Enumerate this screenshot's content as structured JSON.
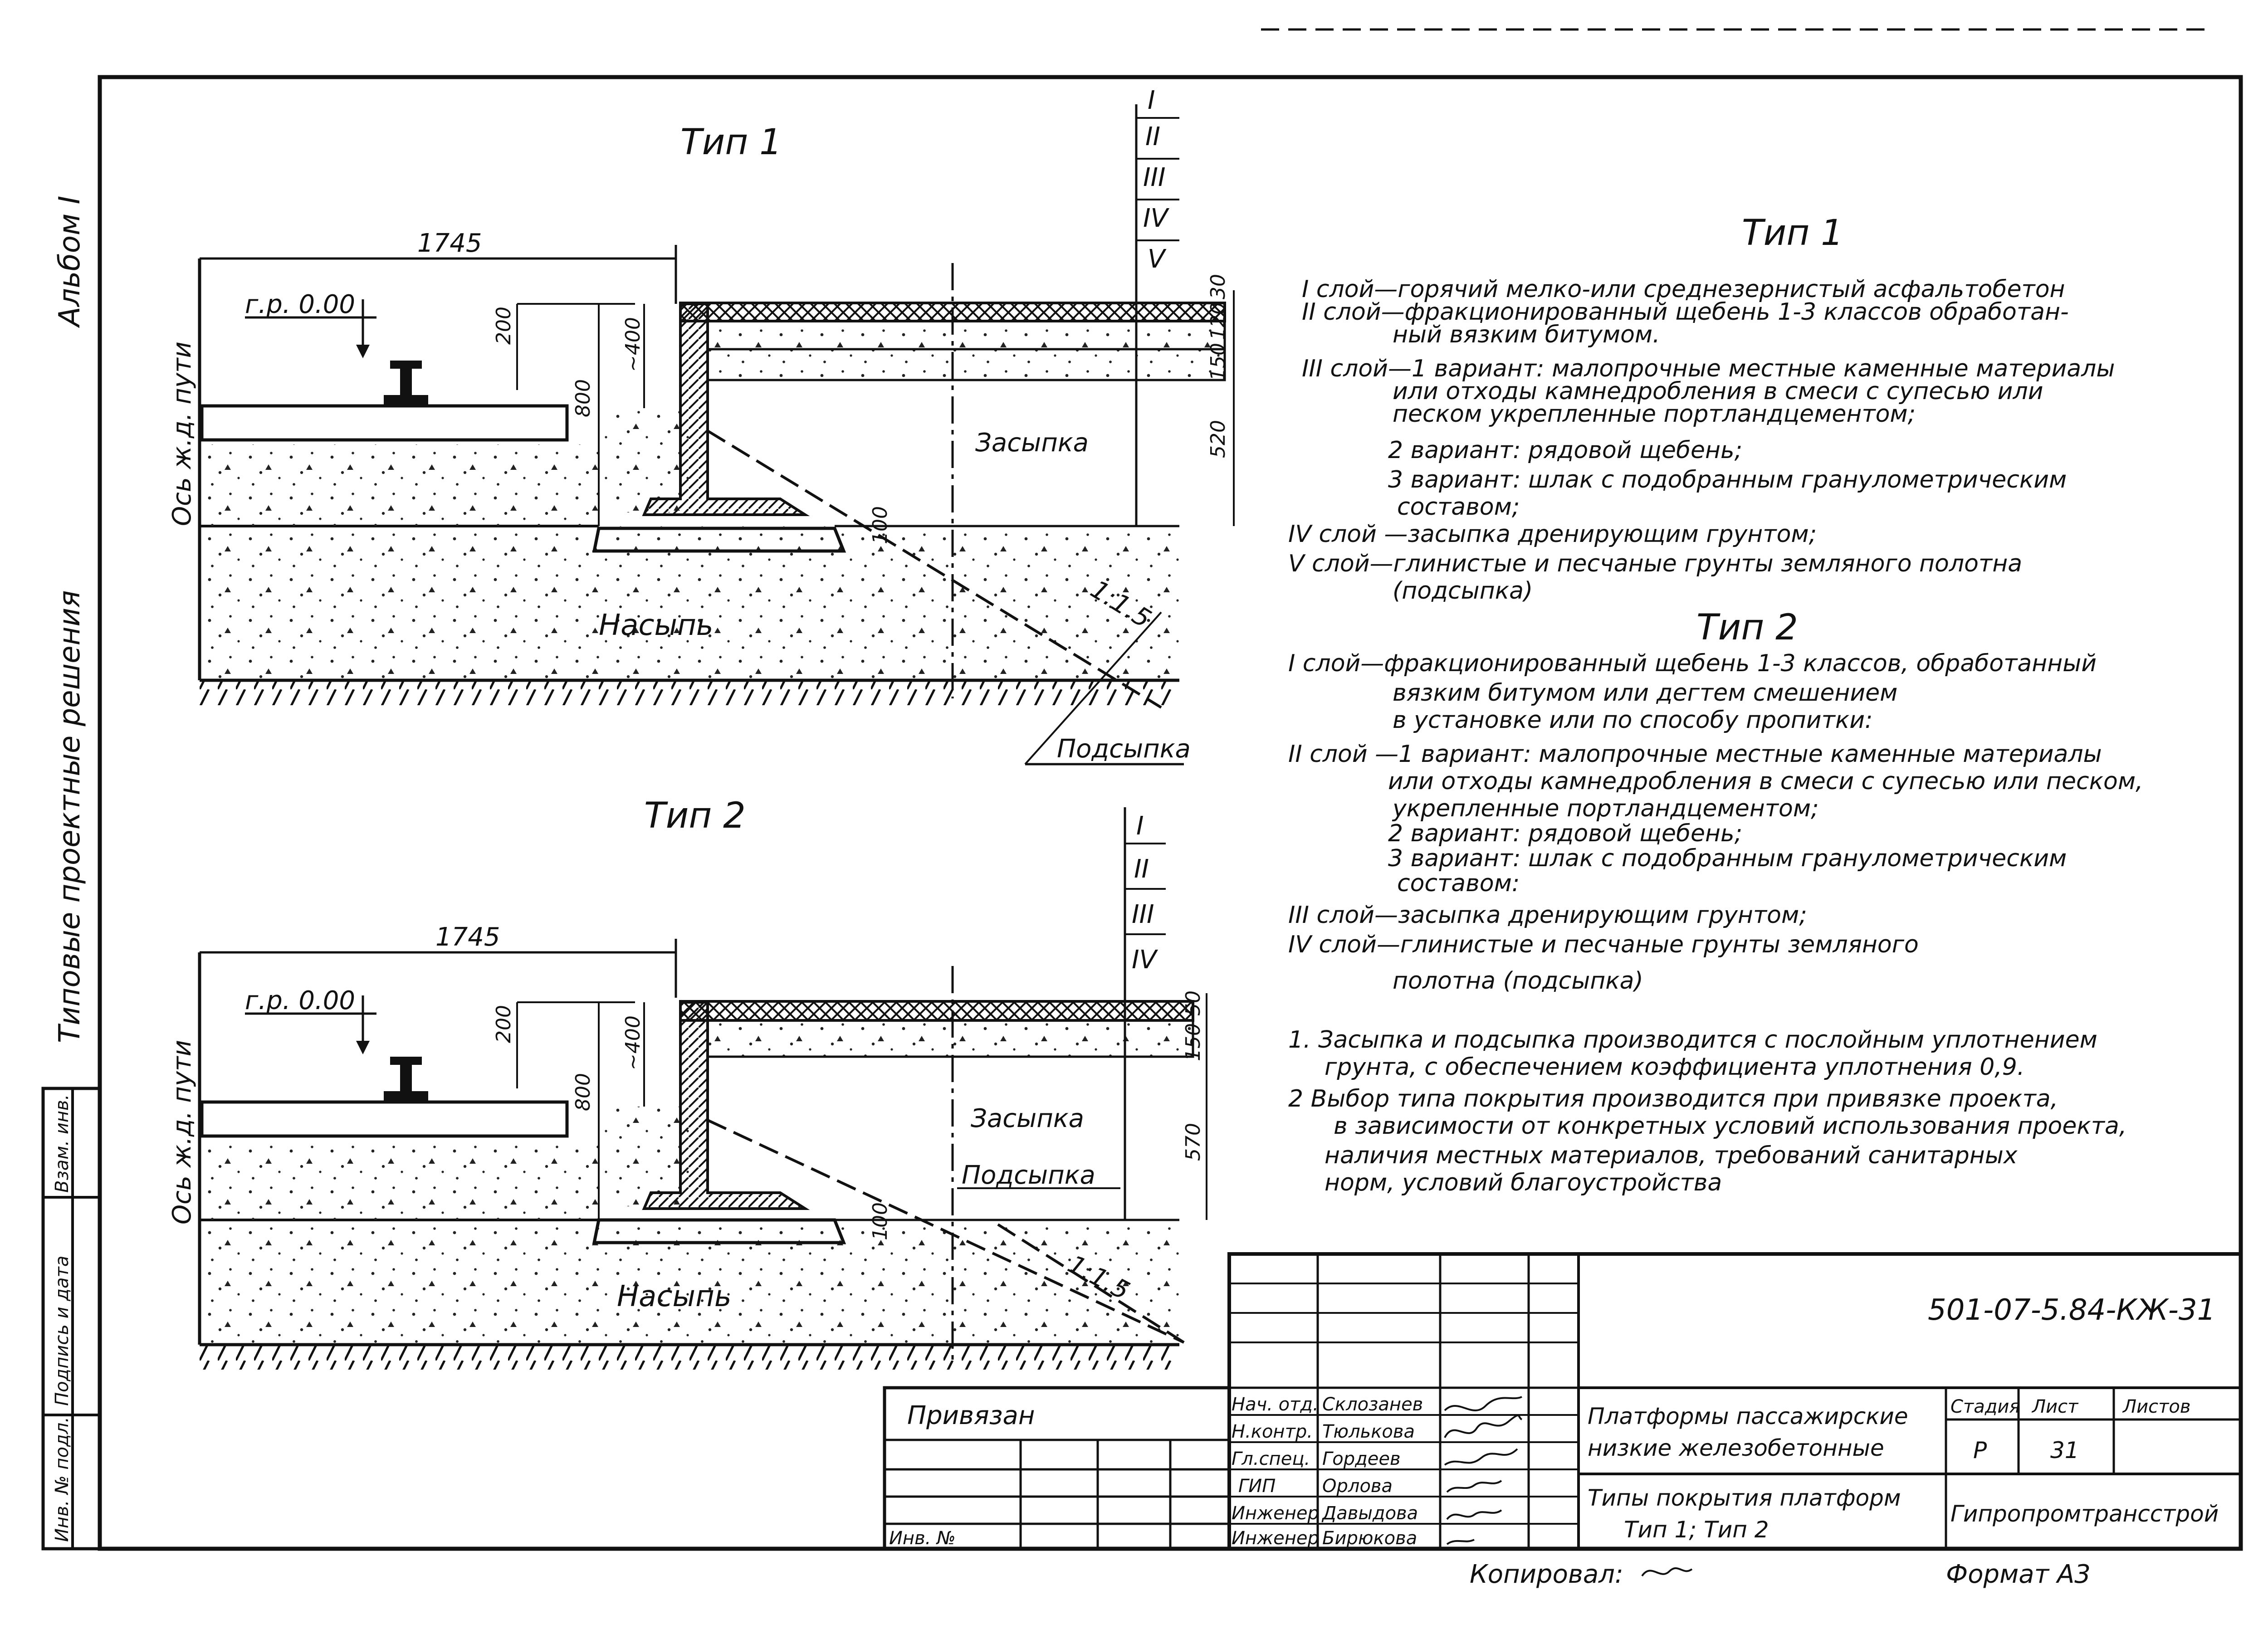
{
  "side": {
    "album": "Альбом I",
    "series": "Типовые проектные решения",
    "stamp_cells": [
      "Инв. № подл.",
      "Подпись и дата",
      "Взам. инв."
    ]
  },
  "type1": {
    "title": "Тип 1",
    "dim_width": "1745",
    "level_mark": "г.р. 0.00",
    "axis_label": "Ось ж.д. пути",
    "dims": [
      "200",
      "800",
      "~400",
      "30",
      "150",
      "120",
      "520",
      "100"
    ],
    "layer_marks": [
      "I",
      "II",
      "III",
      "IV",
      "V"
    ],
    "backfill": "Засыпка",
    "embankment": "Насыпь",
    "fill": "Подсыпка",
    "slope": "1:1.5"
  },
  "type2": {
    "title": "Тип 2",
    "dim_width": "1745",
    "level_mark": "г.р. 0.00",
    "axis_label": "Ось ж.д. пути",
    "dims": [
      "200",
      "800",
      "~400",
      "150",
      "50",
      "570",
      "100"
    ],
    "layer_marks": [
      "I",
      "II",
      "III",
      "IV"
    ],
    "backfill": "Засыпка",
    "embankment": "Насыпь",
    "fill": "Подсыпка",
    "slope": "1:1.5"
  },
  "legend": {
    "type1_title": "Тип 1",
    "type1_lines": [
      "I слой—горячий мелко-или среднезернистый асфальтобетон",
      "II слой—фракционированный щебень 1-3 классов обработан-",
      "ный вязким битумом.",
      "III слой—1 вариант: малопрочные местные каменные материалы",
      "или отходы камнедробления в смеси с супесью или",
      "песком укрепленные портландцементом;",
      "2 вариант: рядовой щебень;",
      "3 вариант: шлак с подобранным гранулометрическим",
      "составом;",
      "IV слой —засыпка дренирующим грунтом;",
      "V слой—глинистые и песчаные грунты земляного полотна",
      "(подсыпка)"
    ],
    "type2_title": "Тип 2",
    "type2_lines": [
      "I слой—фракционированный щебень 1-3 классов, обработанный",
      "вязким битумом или дегтем смешением",
      "в установке или по способу пропитки:",
      "II слой —1 вариант: малопрочные местные каменные материалы",
      "или отходы камнедробления в смеси с супесью или песком,",
      "укрепленные портландцементом;",
      "2 вариант: рядовой щебень;",
      "3 вариант: шлак с подобранным гранулометрическим",
      "составом:",
      "III слой—засыпка дренирующим грунтом;",
      "IV слой—глинистые и песчаные грунты земляного",
      "полотна (подсыпка)"
    ],
    "notes": [
      "1. Засыпка и подсыпка производится с послойным уплотнением",
      "грунта, с обеспечением коэффициента уплотнения 0,9.",
      "2 Выбор типа покрытия производится при привязке проекта,",
      "в зависимости от конкретных условий использования проекта,",
      "наличия местных материалов, требований санитарных",
      "норм, условий благоустройства"
    ]
  },
  "title_block": {
    "code": "501-07-5.84-КЖ-31",
    "privyazan": "Привязан",
    "inv": "Инв. №",
    "roles": [
      "Нач. отд.",
      "Н.контр.",
      "Гл.спец.",
      "ГИП",
      "Инженер",
      "Инженер"
    ],
    "names": [
      "Склозанев",
      "Тюлькова",
      "Гордеев",
      "Орлова",
      "Давыдова",
      "Бирюкова"
    ],
    "project_title": [
      "Платформы пассажирские",
      "низкие железобетонные"
    ],
    "sheet_title": [
      "Типы покрытия платформ",
      "Тип 1;  Тип 2"
    ],
    "headers": [
      "Стадия",
      "Лист",
      "Листов"
    ],
    "stage": "Р",
    "sheet": "31",
    "sheets": "",
    "org": "Гипропромтрансстрой",
    "copied": "Копировал:",
    "format": "Формат А3"
  }
}
